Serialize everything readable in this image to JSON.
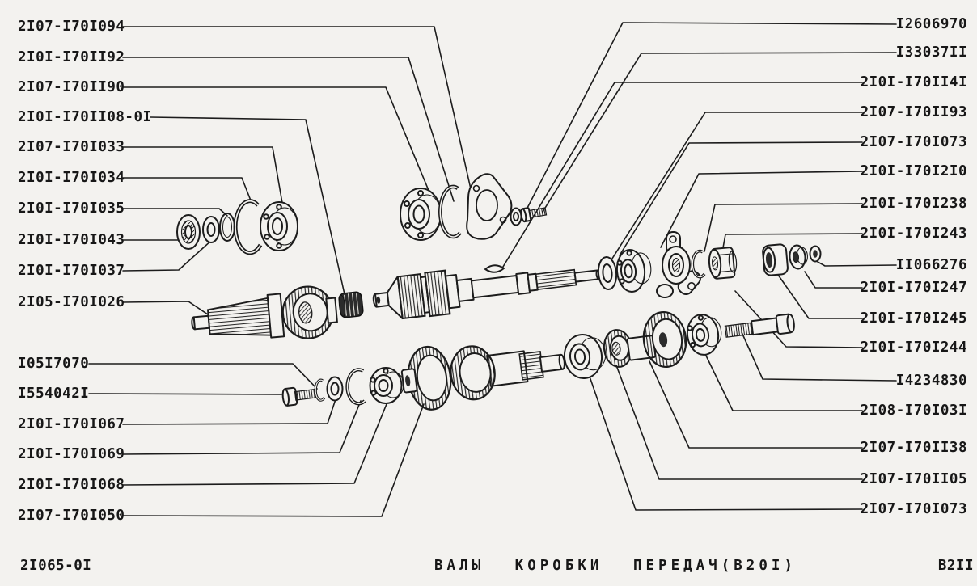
{
  "drawing": {
    "sheet_code": "2I065-0I",
    "title": "ВАЛЫ КОРОБКИ ПЕРЕДАЧ(В20I)",
    "page_code": "В2II",
    "labels_left": [
      "2I07-I70I094",
      "2I0I-I70II92",
      "2I07-I70II90",
      "2I0I-I70II08-0I",
      "2I07-I70I033",
      "2I0I-I70I034",
      "2I0I-I70I035",
      "2I0I-I70I043",
      "2I0I-I70I037",
      "2I05-I70I026",
      "I05I7070",
      "I554042I",
      "2I0I-I70I067",
      "2I0I-I70I069",
      "2I0I-I70I068",
      "2I07-I70I050"
    ],
    "labels_right": [
      "I2606970",
      "I33037II",
      "2I0I-I70II4I",
      "2I07-I70II93",
      "2I07-I70I073",
      "2I0I-I70I2I0",
      "2I0I-I70I238",
      "2I0I-I70I243",
      "II066276",
      "2I0I-I70I247",
      "2I0I-I70I245",
      "2I0I-I70I244",
      "I4234830",
      "2I08-I70I03I",
      "2I07-I70II38",
      "2I07-I70II05",
      "2I07-I70I073"
    ]
  },
  "colors": {
    "paper": "#f3f2ef",
    "ink": "#1c1c1c"
  }
}
